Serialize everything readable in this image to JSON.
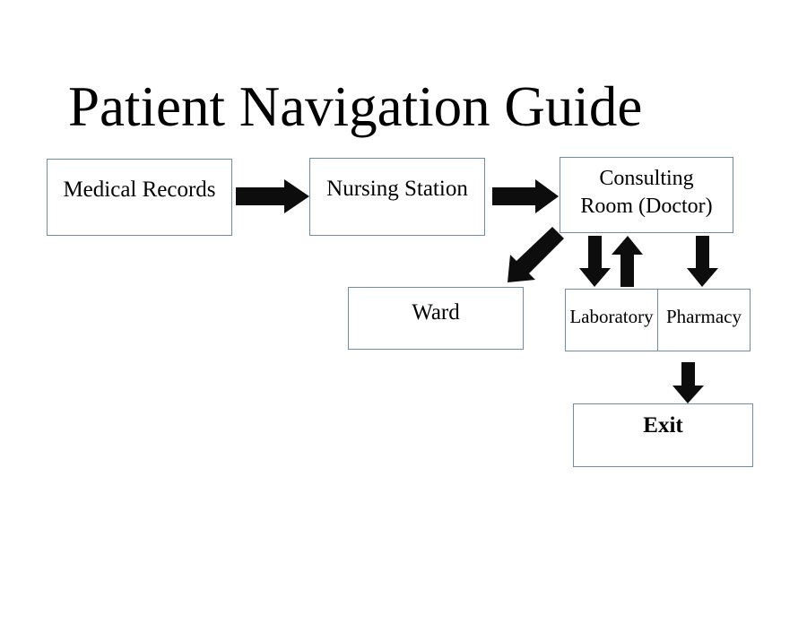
{
  "slide": {
    "title": "Patient Navigation Guide",
    "background_color": "#ffffff",
    "box_border_color": "#6f8cae",
    "arrow_color": "#0d0d0d",
    "text_color": "#000000"
  },
  "nodes": [
    {
      "id": "medical-records",
      "label": "Medical Records"
    },
    {
      "id": "nursing-station",
      "label": "Nursing Station"
    },
    {
      "id": "consulting-room",
      "label": "Consulting\nRoom (Doctor)"
    },
    {
      "id": "ward",
      "label": "Ward"
    },
    {
      "id": "laboratory",
      "label": "Laboratory"
    },
    {
      "id": "pharmacy",
      "label": "Pharmacy"
    },
    {
      "id": "exit",
      "label": "Exit"
    }
  ],
  "connectors": [
    {
      "id": "medical-records-to-nursing-station",
      "direction": "right",
      "from": "medical-records",
      "to": "nursing-station"
    },
    {
      "id": "nursing-station-to-consulting-room",
      "direction": "right",
      "from": "nursing-station",
      "to": "consulting-room"
    },
    {
      "id": "consulting-room-to-ward",
      "direction": "down-left",
      "from": "consulting-room",
      "to": "ward"
    },
    {
      "id": "consulting-room-to-laboratory",
      "direction": "down",
      "from": "consulting-room",
      "to": "laboratory"
    },
    {
      "id": "laboratory-to-consulting-room",
      "direction": "up",
      "from": "laboratory",
      "to": "consulting-room"
    },
    {
      "id": "consulting-room-to-pharmacy",
      "direction": "down",
      "from": "consulting-room",
      "to": "pharmacy"
    },
    {
      "id": "pharmacy-to-exit",
      "direction": "down",
      "from": "pharmacy",
      "to": "exit"
    }
  ]
}
